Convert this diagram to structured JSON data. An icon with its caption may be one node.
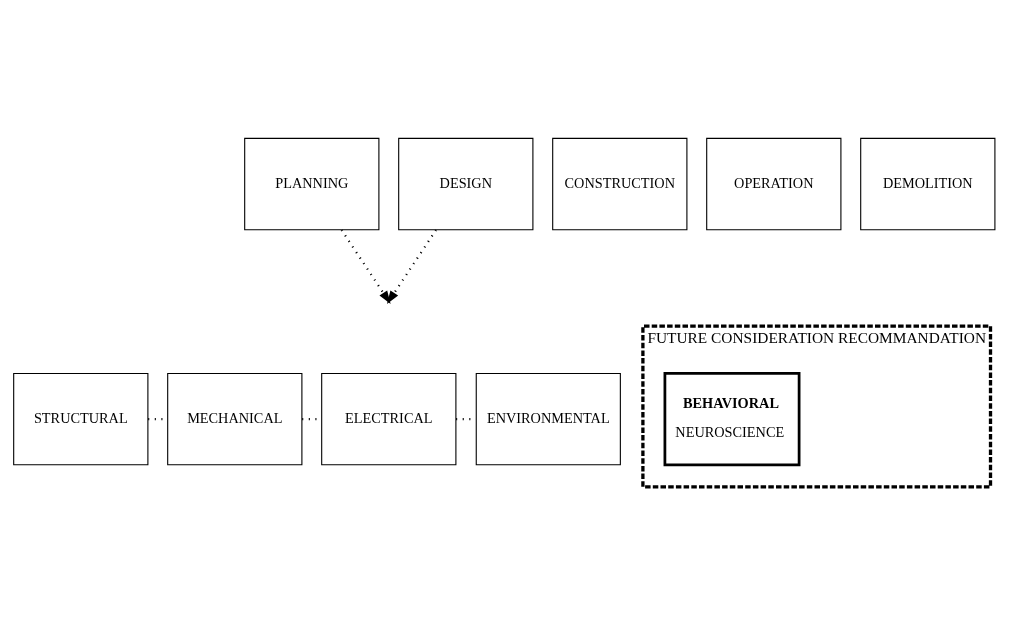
{
  "diagram": {
    "nodes": [
      {
        "text": [
          "PLANNING"
        ]
      },
      {
        "text": [
          "DESIGN"
        ]
      },
      {
        "text": [
          "CONSTRUCTION"
        ]
      },
      {
        "text": [
          "OPERATION"
        ]
      },
      {
        "text": [
          "DEMOLITION"
        ]
      },
      {
        "text": [
          "STRUCTURAL"
        ]
      },
      {
        "text": [
          "MECHANICAL"
        ]
      },
      {
        "text": [
          "ELECTRICAL"
        ]
      },
      {
        "text": [
          "ENVIRONMENTAL"
        ]
      },
      {
        "text": [
          "FUTURE CONSIDERATION RECOMMANDATION"
        ]
      },
      {
        "text": [
          "BEHAVIORAL",
          "NEUROSCIENCE"
        ],
        "in": 9
      }
    ],
    "edges": [
      {
        "from": 0,
        "to": null,
        "arrow": "to",
        "style": "dashed"
      },
      {
        "from": 1,
        "to": null,
        "arrow": "to",
        "style": "dashed"
      },
      {
        "from": 5,
        "to": 6,
        "arrow": "none",
        "style": "dashed"
      },
      {
        "from": 6,
        "to": 7,
        "arrow": "none",
        "style": "dashed"
      },
      {
        "from": 7,
        "to": 8,
        "arrow": "none",
        "style": "dashed"
      }
    ]
  }
}
